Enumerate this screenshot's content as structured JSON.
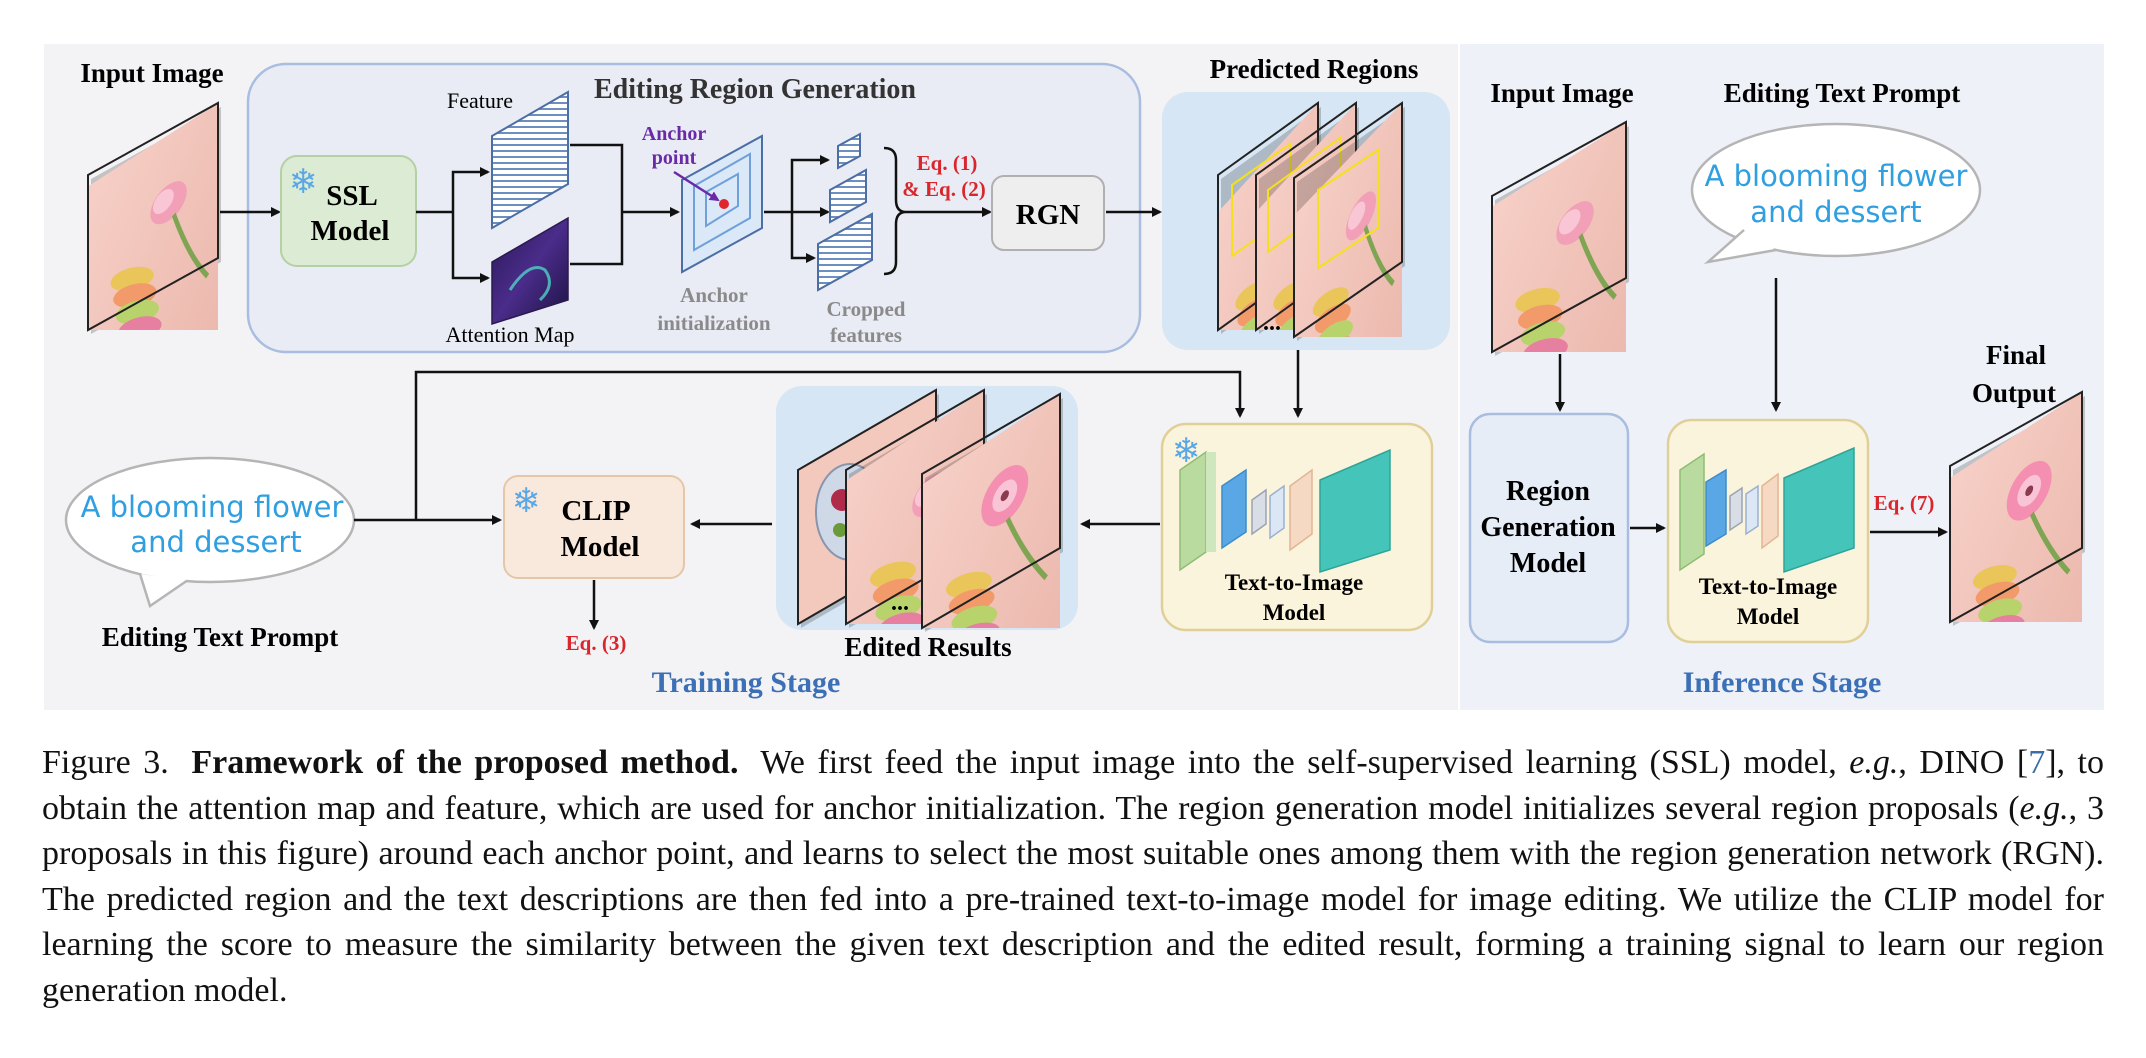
{
  "training": {
    "input_image_label": "Input Image",
    "erg_title": "Editing Region Generation",
    "ssl_model_line1": "SSL",
    "ssl_model_line2": "Model",
    "feature_label": "Feature",
    "attention_map_label": "Attention Map",
    "anchor_point_line1": "Anchor",
    "anchor_point_line2": "point",
    "anchor_init_line1": "Anchor",
    "anchor_init_line2": "initialization",
    "cropped_line1": "Cropped",
    "cropped_line2": "features",
    "eq12_line1": "Eq. (1)",
    "eq12_line2": "& Eq. (2)",
    "rgn_label": "RGN",
    "predicted_regions_label": "Predicted Regions",
    "ellipsis": "...",
    "t2i_line1": "Text-to-Image",
    "t2i_line2": "Model",
    "edited_results_label": "Edited Results",
    "clip_line1": "CLIP",
    "clip_line2": "Model",
    "eq3_label": "Eq. (3)",
    "prompt_line1": "A blooming flower",
    "prompt_line2": "and dessert",
    "prompt_label": "Editing Text Prompt",
    "stage_label": "Training Stage"
  },
  "inference": {
    "input_image_label": "Input Image",
    "prompt_label": "Editing Text Prompt",
    "prompt_line1": "A blooming flower",
    "prompt_line2": "and dessert",
    "rgm_line1": "Region",
    "rgm_line2": "Generation",
    "rgm_line3": "Model",
    "t2i_line1": "Text-to-Image",
    "t2i_line2": "Model",
    "eq7_label": "Eq. (7)",
    "final_line1": "Final",
    "final_line2": "Output",
    "stage_label": "Inference Stage"
  },
  "colors": {
    "stage_text": "#3b6fb6",
    "equation_red": "#d9262c",
    "anchor_purple": "#6a2aa8",
    "prompt_blue": "#2f9fe0",
    "gray_label": "#8a8a8a",
    "ssl_fill": "#dcebd3",
    "clip_fill": "#f9e8dc",
    "t2i_fill": "#fbf4dc",
    "rgm_fill": "#e6edf7"
  },
  "caption": {
    "figure_label": "Figure 3.",
    "title": "Framework of the proposed method.",
    "part1": "We first feed the input image into the self-supervised learning (SSL) model, ",
    "eg1": "e.g.",
    "part2": ", DINO [",
    "ref": "7",
    "part3": "], to obtain the attention map and feature, which are used for anchor initialization. The region generation model initializes several region proposals (",
    "eg2": "e.g.",
    "part4": ", 3 proposals in this figure) around each anchor point, and learns to select the most suitable ones among them with the region generation network (RGN). The predicted region and the text descriptions are then fed into a pre-trained text-to-image model for image editing. We utilize the CLIP model for learning the score to measure the similarity between the given text description and the edited result, forming a training signal to learn our region generation model."
  }
}
